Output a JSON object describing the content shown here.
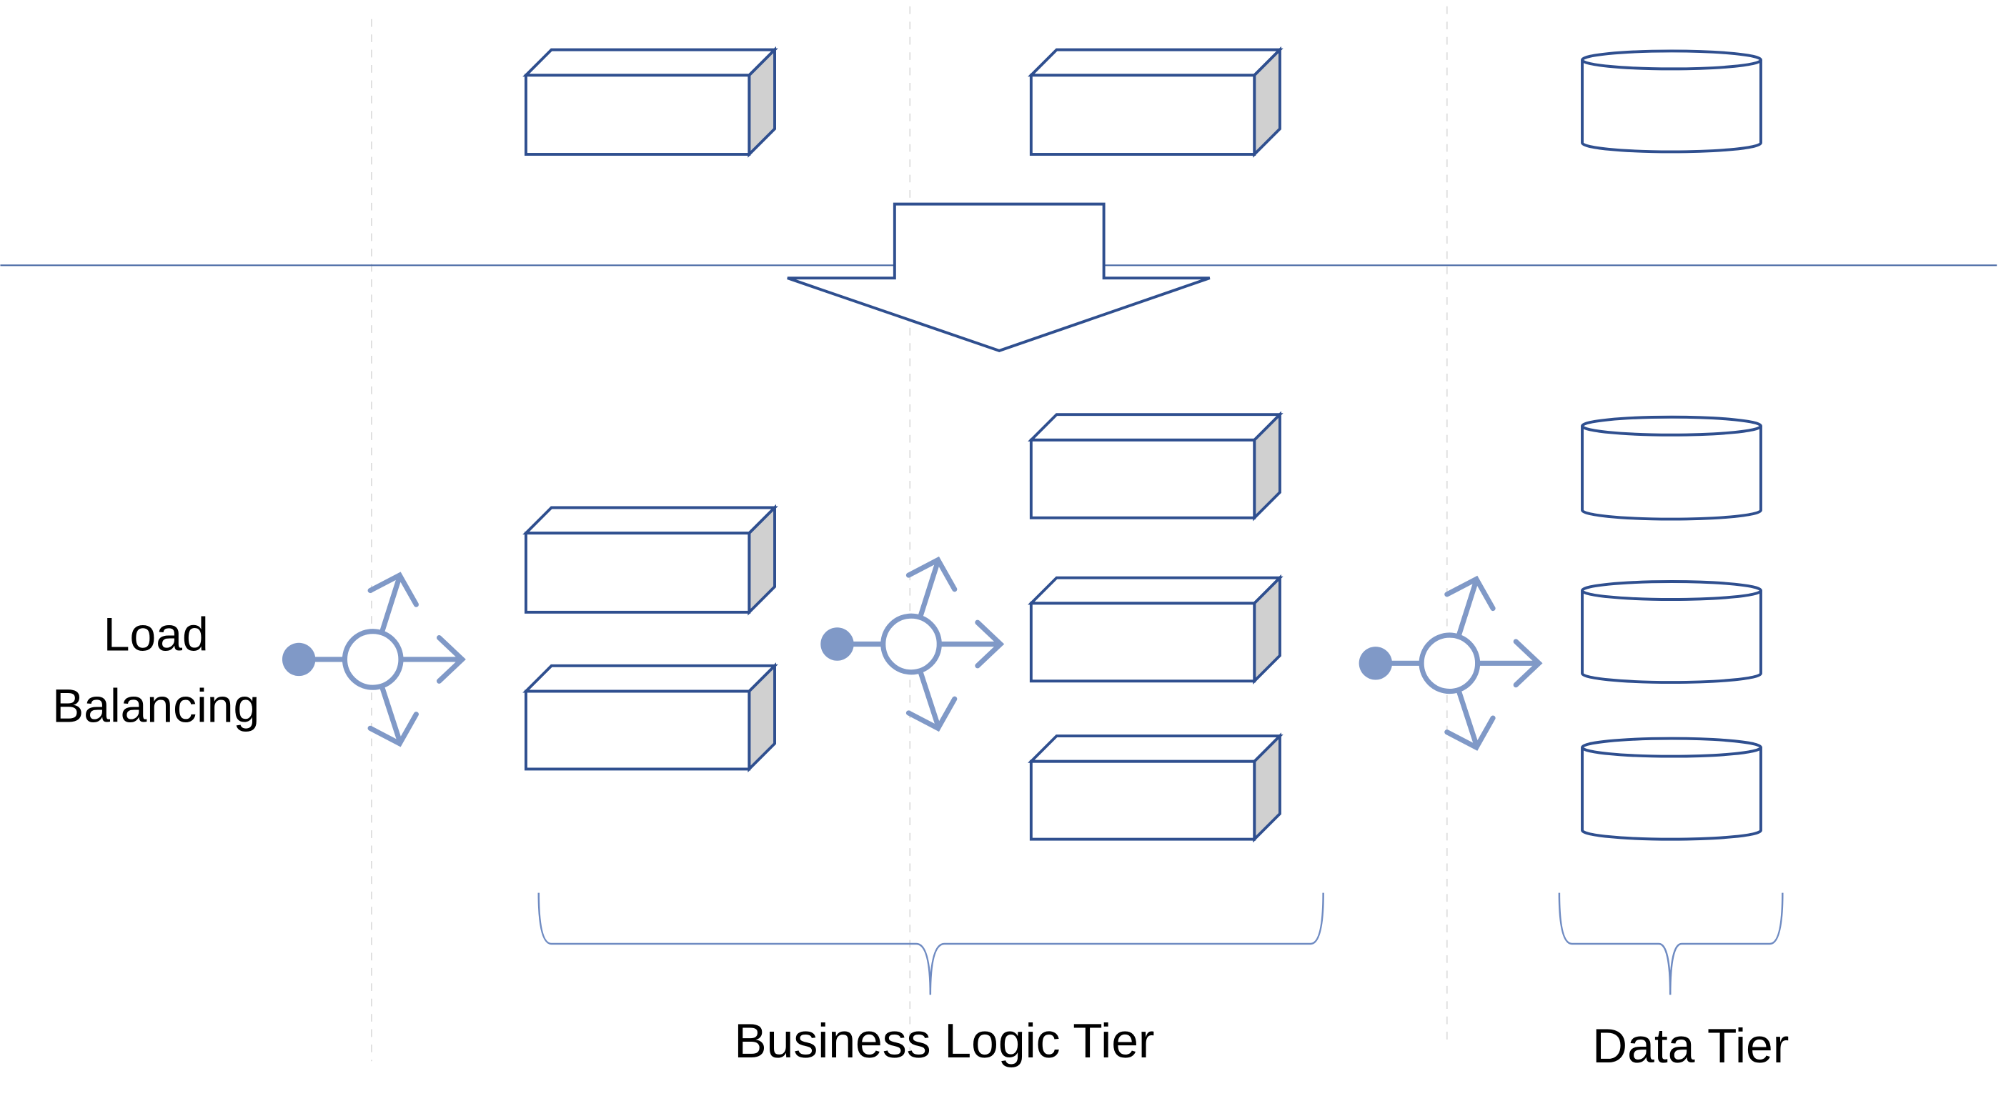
{
  "labels": {
    "load_balancing_line1": "Load",
    "load_balancing_line2": "Balancing",
    "business_logic_tier": "Business Logic Tier",
    "data_tier": "Data Tier"
  },
  "colors": {
    "outline": "#2f4f8f",
    "box_side": "#d0d0d0",
    "balancer": "#8099c7",
    "divider": "#4a6aa5",
    "guide": "#dddddd"
  }
}
